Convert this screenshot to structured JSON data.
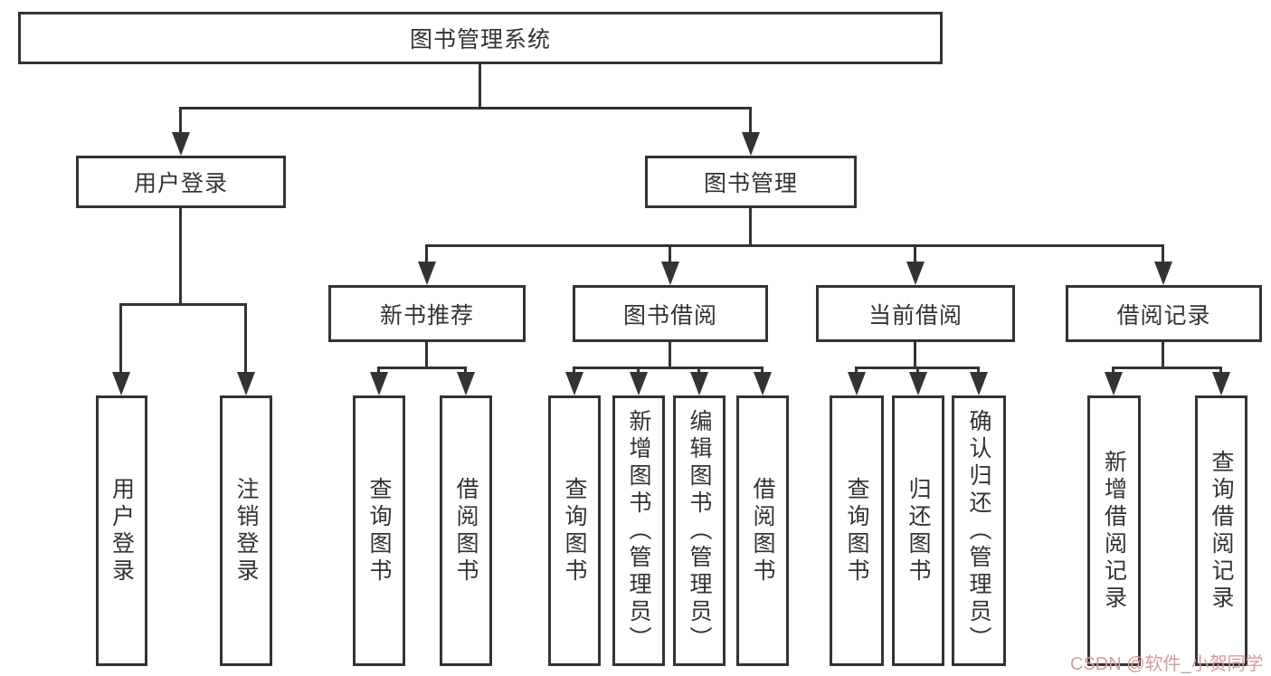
{
  "page": {
    "background_color": "#ffffff",
    "stroke_color": "#333333",
    "text_color": "#333333"
  },
  "watermark": {
    "text": "CSDN @软件_小贺同学",
    "color": "#d49c9c"
  },
  "nodes": {
    "root": {
      "label": "图书管理系统"
    },
    "user_login": {
      "label": "用户登录"
    },
    "book_management": {
      "label": "图书管理"
    },
    "new_book_recommend": {
      "label": "新书推荐"
    },
    "book_borrow": {
      "label": "图书借阅"
    },
    "current_borrow": {
      "label": "当前借阅"
    },
    "borrow_record": {
      "label": "借阅记录"
    },
    "leaf_user_login": {
      "label": "用户登录"
    },
    "leaf_logout_login": {
      "label": "注销登录"
    },
    "leaf_query_book_rec": {
      "label": "查询图书"
    },
    "leaf_borrow_book_rec": {
      "label": "借阅图书"
    },
    "leaf_query_book_borrow": {
      "label": "查询图书"
    },
    "leaf_add_book_admin": {
      "label": "新增图书（管理员）"
    },
    "leaf_edit_book_admin": {
      "label": "编辑图书（管理员）"
    },
    "leaf_borrow_book_borrow": {
      "label": "借阅图书"
    },
    "leaf_query_book_current": {
      "label": "查询图书"
    },
    "leaf_return_book": {
      "label": "归还图书"
    },
    "leaf_confirm_return_admin": {
      "label": "确认归还（管理员）"
    },
    "leaf_add_borrow_record": {
      "label": "新增借阅记录"
    },
    "leaf_query_borrow_record": {
      "label": "查询借阅记录"
    }
  }
}
